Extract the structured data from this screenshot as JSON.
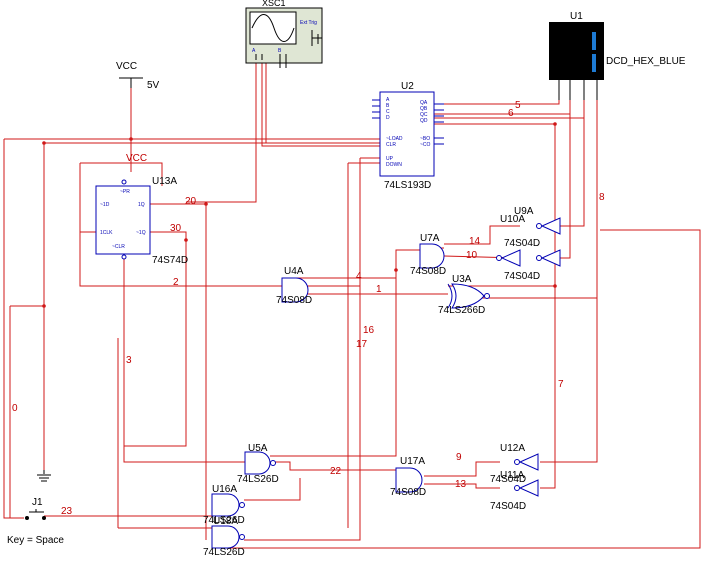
{
  "components": {
    "xsc1": {
      "ref": "XSC1"
    },
    "u1": {
      "ref": "U1",
      "model": "DCD_HEX_BLUE",
      "digit": "1"
    },
    "u2": {
      "ref": "U2",
      "model": "74LS193D",
      "pins_left": [
        "A",
        "B",
        "C",
        "D",
        "~LOAD",
        "CLR",
        "UP",
        "DOWN"
      ],
      "pins_right": [
        "QA",
        "QB",
        "QC",
        "QD",
        "~BO",
        "~CO"
      ]
    },
    "u13a": {
      "ref": "U13A",
      "model": "74S74D",
      "pins": [
        "~PR",
        "~1D",
        "1CLK",
        "~CLR",
        "1Q",
        "~1Q"
      ]
    },
    "u4a": {
      "ref": "U4A",
      "model": "74S08D"
    },
    "u7a": {
      "ref": "U7A",
      "model": "74S08D"
    },
    "u3a": {
      "ref": "U3A",
      "model": "74LS266D"
    },
    "u9a": {
      "ref": "U9A",
      "model": "74S04D"
    },
    "u10a": {
      "ref": "U10A",
      "model": "74S04D"
    },
    "u5a": {
      "ref": "U5A",
      "model": "74LS26D"
    },
    "u17a": {
      "ref": "U17A",
      "model": "74S08D"
    },
    "u12a": {
      "ref": "U12A",
      "model": "74S04D"
    },
    "u11a": {
      "ref": "U11A",
      "model": "74S04D"
    },
    "u16a": {
      "ref": "U16A",
      "model": "74LS26D"
    },
    "u18a": {
      "ref": "U18A",
      "model": "74LS26D"
    },
    "j1": {
      "ref": "J1",
      "key_label": "Key = Space"
    }
  },
  "power": {
    "vcc_label": "VCC",
    "vcc_value": "5V",
    "vcc2_label": "VCC"
  },
  "nets": [
    "0",
    "1",
    "2",
    "3",
    "4",
    "5",
    "6",
    "7",
    "8",
    "9",
    "10",
    "13",
    "14",
    "16",
    "17",
    "20",
    "22",
    "23",
    "30"
  ],
  "colors": {
    "wire": "#d01818",
    "component": "#0000b4",
    "scope": "#dfe6d4",
    "display_bg": "#000000",
    "segment": "#1e7bd4"
  }
}
